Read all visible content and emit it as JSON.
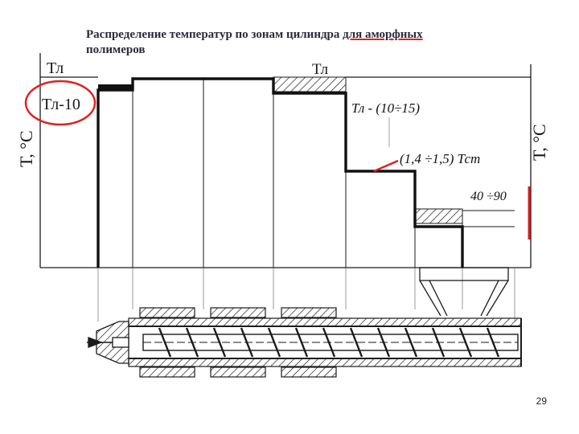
{
  "title": {
    "line1_a": "Распределение температур по зонам цилиндра ",
    "line1_b": "для аморфных",
    "line2": "полимеров"
  },
  "labels": {
    "tl_left": "Тл",
    "tl_minus": "Тл-10",
    "tl_mid": "Тл",
    "axis_left": "Т, °С",
    "axis_right": "Т, °С",
    "zone_a": "Тл - (10÷15)",
    "zone_b": "(1,4 ÷1,5) Тст",
    "zone_c": "40 ÷90"
  },
  "page_number": "29",
  "colors": {
    "accent": "#e02020",
    "ink": "#1a1a1a"
  }
}
